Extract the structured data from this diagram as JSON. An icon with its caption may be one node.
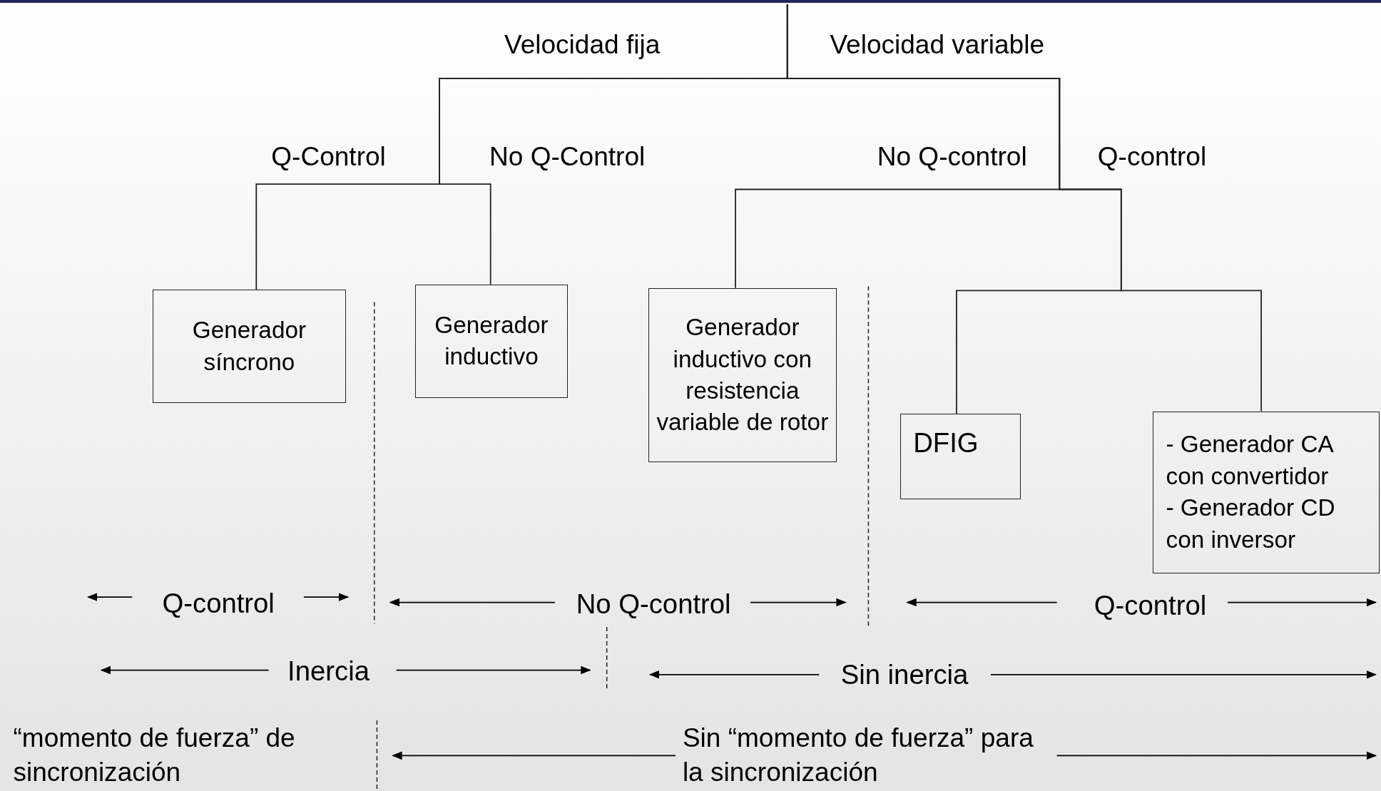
{
  "diagram": {
    "nodes": [
      {
        "text": [
          "Generador síncrono"
        ]
      },
      {
        "text": [
          "Generador inductivo"
        ]
      },
      {
        "text": [
          "Generador inductivo con resistencia variable de rotor"
        ]
      },
      {
        "text": [
          "DFIG"
        ]
      },
      {
        "text": [
          "- Generador CA con convertidor",
          "- Generador CD con inversor"
        ]
      }
    ],
    "edges": [
      {
        "from": null,
        "to": 0,
        "arrow": "none"
      },
      {
        "from": null,
        "to": 1,
        "arrow": "none"
      },
      {
        "from": null,
        "to": 2,
        "arrow": "none"
      },
      {
        "from": null,
        "to": 3,
        "arrow": "none"
      },
      {
        "from": null,
        "to": 4,
        "arrow": "none"
      }
    ],
    "labels": [
      "Velocidad fija",
      "Velocidad variable",
      "Q-Control",
      "No Q-Control",
      "No Q-control",
      "Q-control",
      "Q-control",
      "No Q-control",
      "Q-control",
      "Inercia",
      "Sin inercia",
      "“momento de fuerza” de sincronización",
      "Sin “momento de fuerza” para la sincronización"
    ]
  }
}
